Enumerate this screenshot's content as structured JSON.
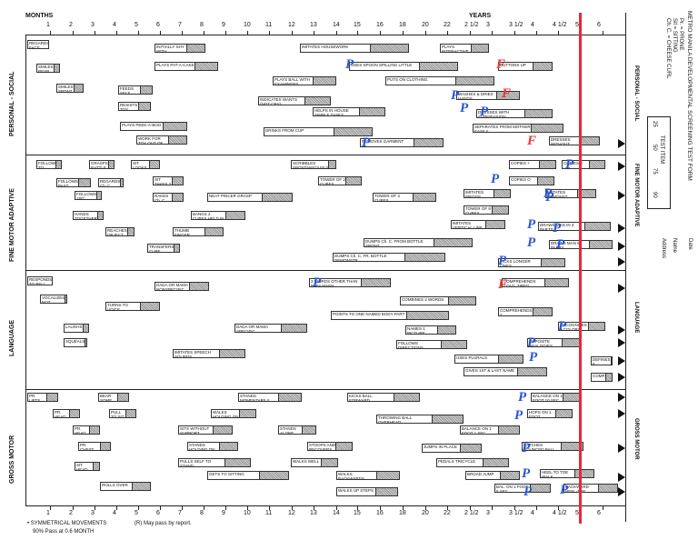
{
  "header": {
    "months_label": "MONTHS",
    "years_label": "YEARS"
  },
  "ticks_months": [
    "1",
    "2",
    "3",
    "4",
    "5",
    "6",
    "7",
    "8",
    "9",
    "10",
    "11",
    "12",
    "13",
    "14",
    "15",
    "16",
    "18",
    "20",
    "22",
    "24"
  ],
  "ticks_years": [
    "2 1/2",
    "3",
    "3 1/2",
    "4",
    "4 1/2",
    "5",
    "6"
  ],
  "sections": {
    "personal_social": "PERSONAL - SOCIAL",
    "fine_motor": "FINE MOTOR ADAPTIVE",
    "language": "LANGUAGE",
    "gross_motor": "GROSS MOTOR"
  },
  "right_panel": {
    "form_title": "METRO MANILA DEVELOPMENTAL SCREENING TEST FORM",
    "legend_pr": "Pr. = PRONE",
    "legend_sit": "Sit = SITTING",
    "legend_ch": "Ch. C. = CHEESE CURL",
    "test_item": "TEST ITEM",
    "pct": [
      "25",
      "50",
      "75",
      "90"
    ],
    "date_label": "Date",
    "name_label": "Name",
    "address_label": "Address"
  },
  "footer": {
    "note1": "• SYMMETRICAL MOVEMENTS",
    "note2": "90% Pass at 0.6 MONTH",
    "note3": "(R) May pass by report."
  },
  "items": [
    {
      "t": "REGARDS FACE"
    },
    {
      "t": "SMILES RESP."
    },
    {
      "t": "SMILES SPONT."
    },
    {
      "t": "INITIALLY SHY WITH STRANGERS"
    },
    {
      "t": "PLAYS PAT-A-CAKE"
    },
    {
      "t": "FEEDS SELF CRACKER"
    },
    {
      "t": "RESISTS TOY PULL"
    },
    {
      "t": "PLAYS PEEK-A-BOO"
    },
    {
      "t": "WORK FOR TOY OUT OF REACH"
    },
    {
      "t": "IMITATES HOUSEWORK"
    },
    {
      "t": "PLAYS INTERACTIVE GAMES"
    },
    {
      "t": "USES SPOON SPILLING LITTLE"
    },
    {
      "t": "BUTTONS UP"
    },
    {
      "t": "PLAYS BALL WITH EXAMINERS"
    },
    {
      "t": "PUTS ON CLOTHING"
    },
    {
      "t": "INDICATES WANTS (NOT CRY)"
    },
    {
      "t": "WASHES & DRIES HANDS"
    },
    {
      "t": "HELPS IN HOUSE SIMPLE TASKS"
    },
    {
      "t": "DRESSES WITH SUPERVISION"
    },
    {
      "t": "DRINKS FROM CUP"
    },
    {
      "t": "SEPARATES FROM MOTHER EASILY"
    },
    {
      "t": "REMOVES GARMENT"
    },
    {
      "t": "DRESSES WITHOUT SUPERVISION"
    },
    {
      "t": "FOLLOW TO MIDLINE"
    },
    {
      "t": "GRASPS RATTLE"
    },
    {
      "t": "SIT LOOKS FOR YARN"
    },
    {
      "t": "SCRIBBLES SPONTANEOUSLY"
    },
    {
      "t": "FOLLOWS PAST MIDLINE"
    },
    {
      "t": "REGARDS Ch. C."
    },
    {
      "t": "SIT TAKES 2 CUBES"
    },
    {
      "t": "COPIES +"
    },
    {
      "t": "COPIES □"
    },
    {
      "t": "FOLLOWS 180°"
    },
    {
      "t": "RAKES Ch. C."
    },
    {
      "t": "NEAT PINCER GRASP"
    },
    {
      "t": "TOWER OF 2 CUBES"
    },
    {
      "t": "COPIES O"
    },
    {
      "t": "HANDS TOGETHER"
    },
    {
      "t": "BANGS 2 CUBES HELD IN HANDS"
    },
    {
      "t": "TOWER OF 4 CUBES"
    },
    {
      "t": "IMITATES BRIDGE"
    },
    {
      "t": "IMITATES DEMONST."
    },
    {
      "t": "REACHES OBJECT"
    },
    {
      "t": "THUMB FINGER GRASP"
    },
    {
      "t": "TOWER OF 8 CUBES"
    },
    {
      "t": "IMITATES VERTICAL LINE"
    },
    {
      "t": "DRAWS MAN IN 3 PARTS"
    },
    {
      "t": "TRANSFERS CUBE"
    },
    {
      "t": "DUMPS Ch. C. FROM BOTTLE SPONT"
    },
    {
      "t": "DRAWS MAN 6 PARTS"
    },
    {
      "t": "DUMPS Ch. C. FR. BOTTLE DEMONSTR."
    },
    {
      "t": "PICKS LONGER LINES"
    },
    {
      "t": "RESPONDS TO BELL"
    },
    {
      "t": "DADA OR MAMA NONSPECIFIC"
    },
    {
      "t": "3 WORDS OTHER THAN PAPA MAMA"
    },
    {
      "t": "COMPREHENDS COLD, TIRED, HUNGRY"
    },
    {
      "t": "VOCALIZES NOT CRYING"
    },
    {
      "t": "TURNS TO VOICE"
    },
    {
      "t": "COMBINES 2 WORDS"
    },
    {
      "t": "POINTS TO ONE NAMED BODY PART"
    },
    {
      "t": "COMPREHENDS 2 PREPOSITIONS"
    },
    {
      "t": "LAUGHS"
    },
    {
      "t": "DADA OR MAMA SPECIFIC"
    },
    {
      "t": "NAMES 1 PICTURE"
    },
    {
      "t": "RECOGNIZES 3 COLORS"
    },
    {
      "t": "SQUEALS"
    },
    {
      "t": "FOLLOWS DIRECTIONS"
    },
    {
      "t": "OPPOSITE ANALOGIES"
    },
    {
      "t": "IMITATES SPEECH SOUNDS"
    },
    {
      "t": "USES PLURALS"
    },
    {
      "t": "DEFINES 6 WORDS"
    },
    {
      "t": "GIVES 1ST & LAST NAME"
    },
    {
      "t": "COMP."
    },
    {
      "t": "PR. LIFTS HEAD"
    },
    {
      "t": "BEAR SOME WT. ON LEGS"
    },
    {
      "t": "STANDS MOMENTARILY"
    },
    {
      "t": "KICKS BALL FORWARD"
    },
    {
      "t": "BALANCE ON 1 FOOT 10 SEC."
    },
    {
      "t": "PR. HEAD UP 45°"
    },
    {
      "t": "PULL TO SIT"
    },
    {
      "t": "WALKS HOLDING ON TO FURNITURE"
    },
    {
      "t": "THROWING BALL OVERHEAD"
    },
    {
      "t": "HOPS ON 1 FOOT"
    },
    {
      "t": "PR. HEAD UP 90°"
    },
    {
      "t": "SITS WITHOUT SUPPORT"
    },
    {
      "t": "STANDS ALONE WELL"
    },
    {
      "t": "BALANCE ON 1 FOOT 1 SEC."
    },
    {
      "t": "PR. CHEST UP ARM SUPPORT"
    },
    {
      "t": "STANDS HOLDING ON"
    },
    {
      "t": "STOOPS AND RECOVERS"
    },
    {
      "t": "JUMPS IN PLACE"
    },
    {
      "t": "CATCHES BOUNCED BALL"
    },
    {
      "t": "PULLS SELF TO STAND"
    },
    {
      "t": "WALKS WELL"
    },
    {
      "t": "PEDALS TRICYCLE"
    },
    {
      "t": "SIT HEAD STEADY"
    },
    {
      "t": "GETS TO SITTING"
    },
    {
      "t": "WALKS BACKWARDS"
    },
    {
      "t": "BROAD JUMP"
    },
    {
      "t": "HEEL TO TOE WALK"
    },
    {
      "t": "ROLLS OVER"
    },
    {
      "t": "WALKS UP STEPS"
    },
    {
      "t": "BAL. ON 1 FOOT 5 SEC."
    },
    {
      "t": "BACKWARD HEEL-TOE"
    }
  ],
  "marks": [
    "P",
    "F",
    "P",
    "P",
    "P",
    "F",
    "P",
    "F",
    "P",
    "P",
    "P",
    "P",
    "P",
    "P",
    "P",
    "F",
    "P",
    "P",
    "P",
    "P",
    "P",
    "P",
    "P",
    "P",
    "P",
    "P",
    "P",
    "P"
  ]
}
